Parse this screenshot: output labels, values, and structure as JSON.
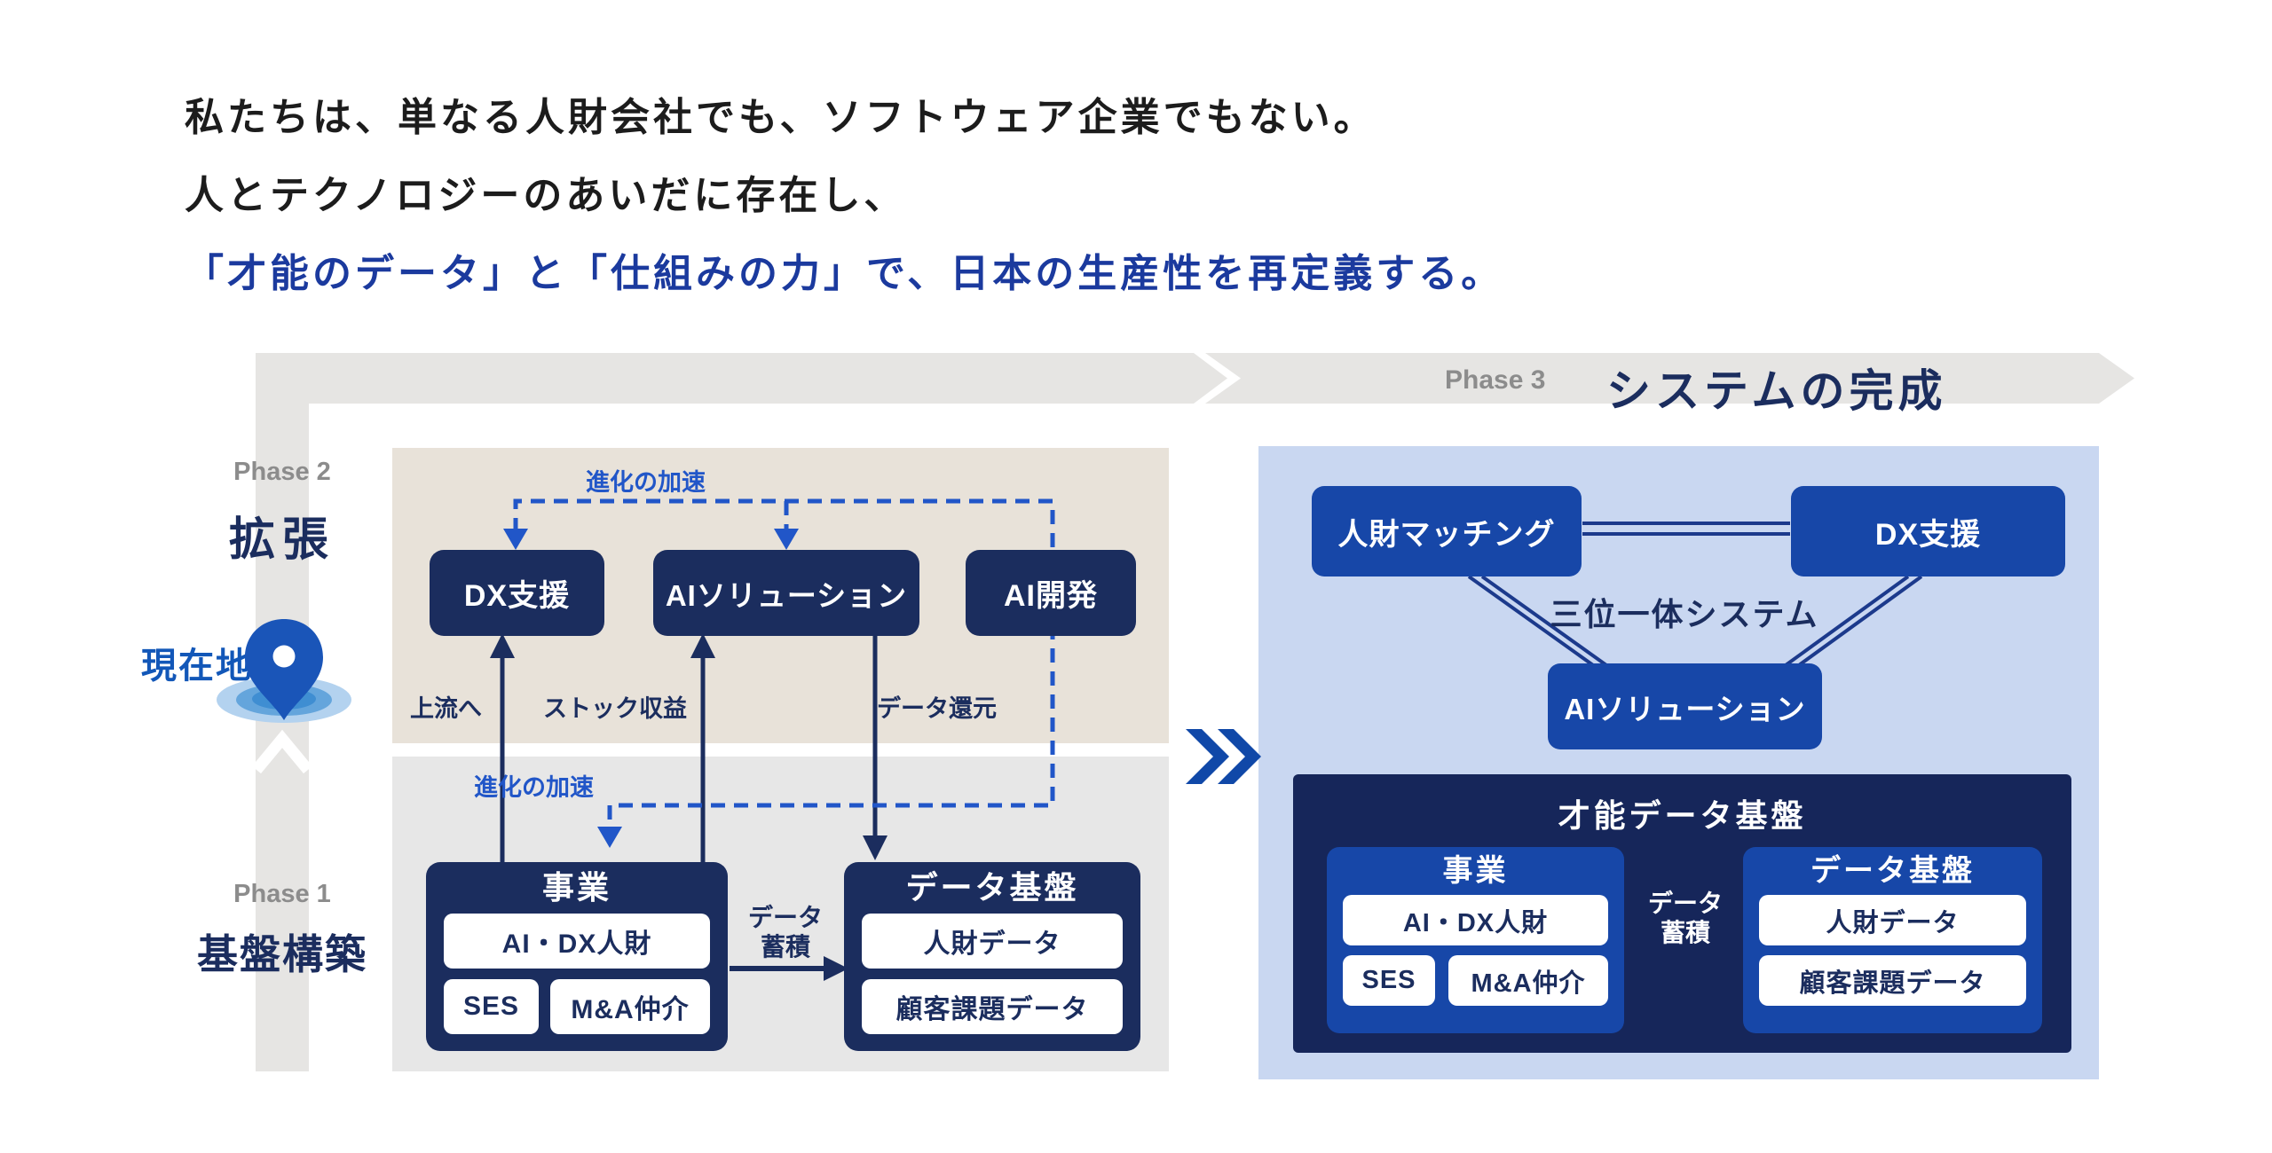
{
  "headline": {
    "line1": "私たちは、単なる人財会社でも、ソフトウェア企業でもない。",
    "line2": "人とテクノロジーのあいだに存在し、",
    "line3": "「才能のデータ」と「仕組みの力」で、日本の生産性を再定義する。"
  },
  "timeline": {
    "phase3": {
      "label": "Phase 3",
      "title": "システムの完成"
    },
    "phase2": {
      "label": "Phase 2",
      "title": "拡張"
    },
    "phase1": {
      "label": "Phase 1",
      "title": "基盤構築"
    },
    "current_location": "現在地"
  },
  "phase2_panel": {
    "evolution_label_top": "進化の加速",
    "evolution_label_bottom": "進化の加速",
    "box_dx": "DX支援",
    "box_ai_solution": "AIソリューション",
    "box_ai_dev": "AI開発",
    "label_upstream": "上流へ",
    "label_stock_revenue": "ストック収益",
    "label_data_return": "データ還元"
  },
  "phase1_panel": {
    "business": {
      "title": "事業",
      "items": [
        "AI・DX人財",
        "SES",
        "M&A仲介"
      ]
    },
    "data_accumulation": {
      "line1": "データ",
      "line2": "蓄積"
    },
    "data_foundation": {
      "title": "データ基盤",
      "items": [
        "人財データ",
        "顧客課題データ"
      ]
    }
  },
  "phase3_panel": {
    "box_matching": "人財マッチング",
    "box_dx": "DX支援",
    "box_ai_solution": "AIソリューション",
    "trinity_label": "三位一体システム",
    "talent_platform": {
      "title": "才能データ基盤",
      "business": {
        "title": "事業",
        "items": [
          "AI・DX人財",
          "SES",
          "M&A仲介"
        ]
      },
      "data_accumulation": {
        "line1": "データ",
        "line2": "蓄積"
      },
      "data_foundation": {
        "title": "データ基盤",
        "items": [
          "人財データ",
          "顧客課題データ"
        ]
      }
    }
  },
  "icons": {
    "current_location_pin": "location-pin-icon",
    "transition": "double-chevron-icon",
    "band_direction": "chevron-up-icon"
  },
  "colors": {
    "navy": "#1b2d5e",
    "royal_blue": "#1747a8",
    "accent_blue": "#2156c8",
    "headline_blue": "#1b3a9e",
    "light_blue_panel": "#c9d7f1",
    "beige_panel": "#e8e2d9",
    "gray_panel": "#e7e7e7",
    "band_gray": "#e6e5e3",
    "dark_navy_panel": "#16265a",
    "label_gray": "#8c8c8c",
    "location_blue": "#1257b8"
  }
}
